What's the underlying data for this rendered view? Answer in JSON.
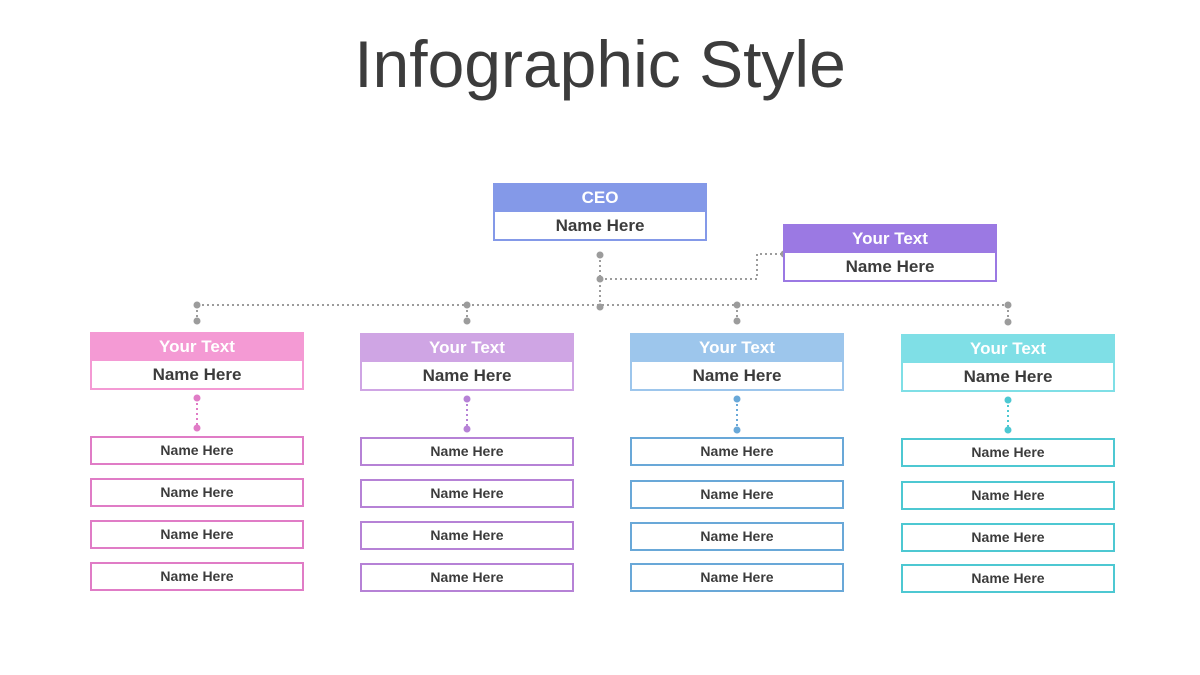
{
  "title": "Infographic Style",
  "ceo": {
    "role": "CEO",
    "name": "Name Here",
    "color": "#8499e8",
    "border": "#8499e8"
  },
  "assistant": {
    "role": "Your Text",
    "name": "Name Here",
    "color": "#9b79e3",
    "border": "#9b79e3"
  },
  "connector_color": "#9c9c9c",
  "departments": [
    {
      "role": "Your Text",
      "name": "Name Here",
      "color": "#f49ad4",
      "border": "#e07cc6",
      "members": [
        "Name Here",
        "Name Here",
        "Name Here",
        "Name Here"
      ]
    },
    {
      "role": "Your Text",
      "name": "Name Here",
      "color": "#cfa5e4",
      "border": "#b682d6",
      "members": [
        "Name Here",
        "Name Here",
        "Name Here",
        "Name Here"
      ]
    },
    {
      "role": "Your Text",
      "name": "Name Here",
      "color": "#9dc6ec",
      "border": "#69a8d8",
      "members": [
        "Name Here",
        "Name Here",
        "Name Here",
        "Name Here"
      ]
    },
    {
      "role": "Your Text",
      "name": "Name Here",
      "color": "#7fdfe6",
      "border": "#4dc8d2",
      "members": [
        "Name Here",
        "Name Here",
        "Name Here",
        "Name Here"
      ]
    }
  ]
}
